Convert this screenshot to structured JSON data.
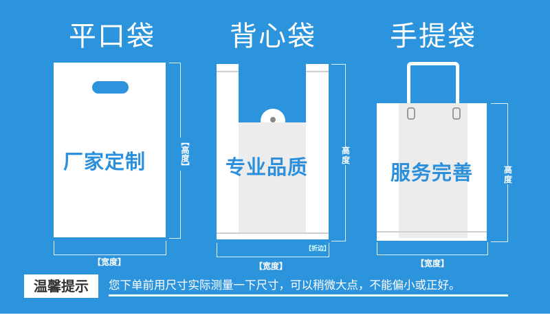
{
  "bags": [
    {
      "title": "平口袋",
      "slogan": "厂家定制"
    },
    {
      "title": "背心袋",
      "slogan": "专业品质"
    },
    {
      "title": "手提袋",
      "slogan": "服务完善"
    }
  ],
  "labels": {
    "height": "【高度】",
    "height_chars": [
      "高",
      "度"
    ],
    "width": "【宽度】",
    "fold": "【折边】"
  },
  "notice": {
    "badge": "温馨提示",
    "text": "您下单前用尺寸实际测量一下尺寸，可以稍微大点，不能偏小或正好。"
  }
}
